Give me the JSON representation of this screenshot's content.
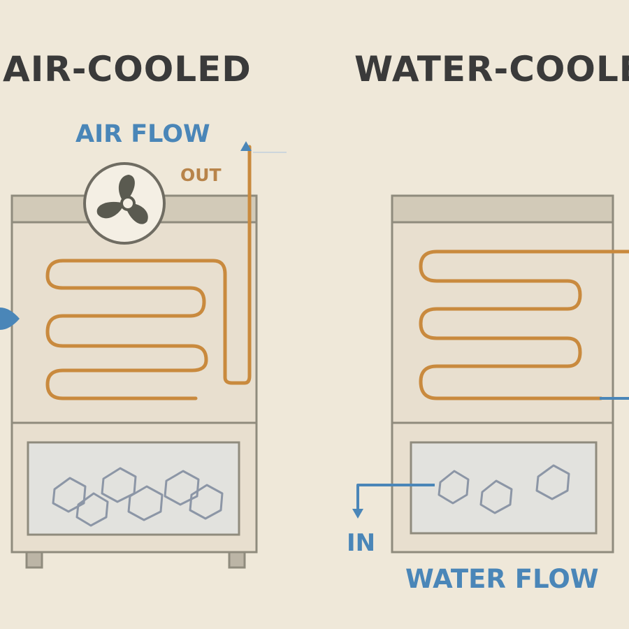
{
  "titles": {
    "air_cooled": "AIR-COOLED",
    "water_cooled": "WATER-COOLE"
  },
  "labels": {
    "air_flow": "AIR FLOW",
    "out": "OUT",
    "in": "IN",
    "water_flow": "WATER FLOW"
  },
  "colors": {
    "background": "#efe8d9",
    "title_text": "#3a3a3a",
    "flow_blue": "#4a86b8",
    "coil_orange": "#c98a3e",
    "out_label": "#b8844a",
    "unit_outline": "#8f8b7d",
    "unit_top_band": "#d2cab8",
    "unit_body": "#e8dfcf",
    "ice_bin": "#e2e2de",
    "ice_outline": "#8c96a6",
    "fan_blade": "#5a5a50"
  },
  "icons": {
    "fan": "fan-icon",
    "ice": "ice-cube-icon"
  }
}
